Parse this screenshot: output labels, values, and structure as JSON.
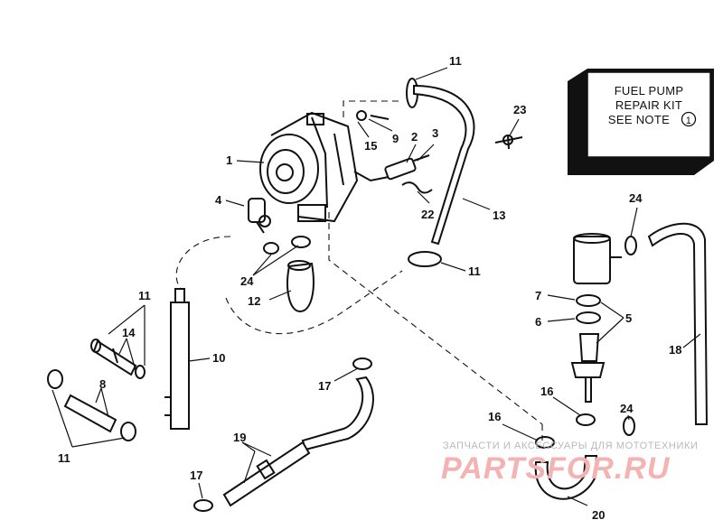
{
  "callouts": {
    "c1": "1",
    "c2": "2",
    "c3": "3",
    "c4": "4",
    "c5": "5",
    "c6": "6",
    "c7": "7",
    "c8": "8",
    "c9": "9",
    "c10": "10",
    "c11a": "11",
    "c11b": "11",
    "c11c": "11",
    "c11d": "11",
    "c12": "12",
    "c13": "13",
    "c14": "14",
    "c15": "15",
    "c16a": "16",
    "c16b": "16",
    "c17a": "17",
    "c17b": "17",
    "c18": "18",
    "c19": "19",
    "c20": "20",
    "c22": "22",
    "c23": "23",
    "c24a": "24",
    "c24b": "24",
    "c24c": "24"
  },
  "repair_kit": {
    "line1": "FUEL PUMP",
    "line2": "REPAIR KIT",
    "line3": "SEE NOTE",
    "note_number": "1"
  },
  "watermark": {
    "small": "ЗАПЧАСТИ И АКСЕССУАРЫ ДЛЯ МОТОТЕХНИКИ",
    "large": "PARTSFOR.RU"
  }
}
